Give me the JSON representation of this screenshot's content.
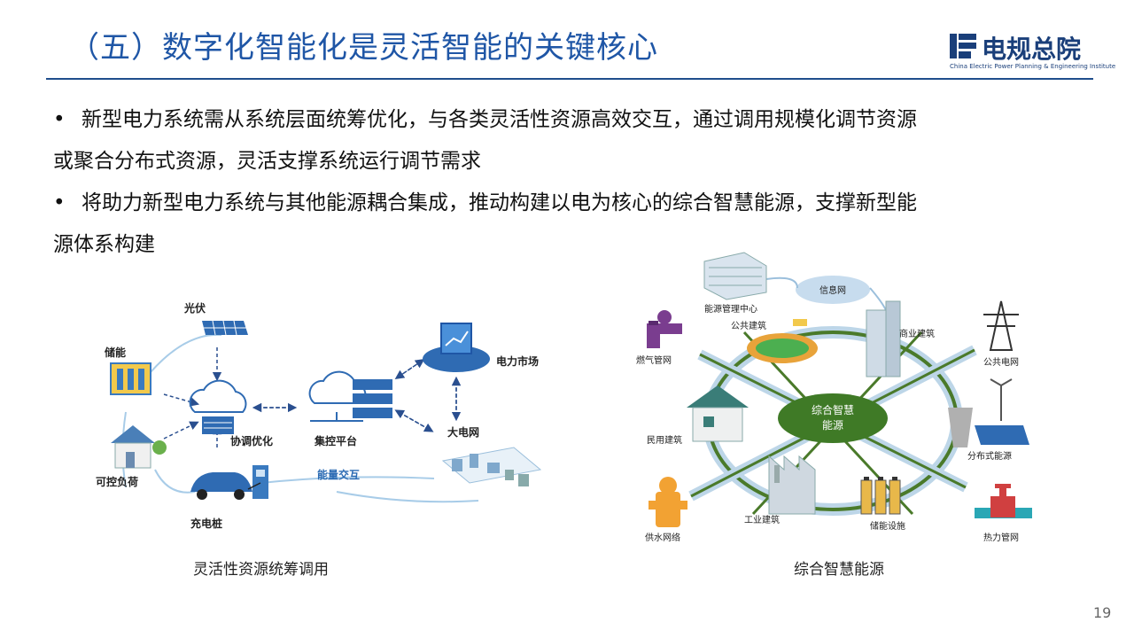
{
  "title": "（五）数字化智能化是灵活智能的关键核心",
  "logo": {
    "cn": "电规总院",
    "en": "China Electric Power Planning & Engineering Institute"
  },
  "bullets": [
    {
      "lines": [
        "新型电力系统需从系统层面统筹优化，与各类灵活性资源高效交互，通过调用规模化调节资源",
        "或聚合分布式资源，灵活支撑系统运行调节需求"
      ]
    },
    {
      "lines": [
        "将助力新型电力系统与其他能源耦合集成，推动构建以电为核心的综合智慧能源，支撑新型能",
        "源体系构建"
      ]
    }
  ],
  "left_diagram": {
    "labels": {
      "pv": "光伏",
      "storage": "储能",
      "coordination": "协调优化",
      "platform": "集控平台",
      "market": "电力市场",
      "grid": "大电网",
      "load": "可控负荷",
      "charger": "充电桩",
      "exchange": "能量交互"
    },
    "caption": "灵活性资源统筹调用"
  },
  "right_diagram": {
    "labels": {
      "center": [
        "综合智慧",
        "能源"
      ],
      "info_net": "信息网",
      "energy_center": "能源管理中心",
      "public_building": "公共建筑",
      "commercial": "商业建筑",
      "gas": "燃气管网",
      "public_grid": "公共电网",
      "residential": "民用建筑",
      "distributed": "分布式能源",
      "industrial": "工业建筑",
      "storage_facility": "储能设施",
      "water": "供水网络",
      "heat": "热力管网"
    },
    "caption": "综合智慧能源"
  },
  "page_number": "19",
  "colors": {
    "title_blue": "#1f56a6",
    "rule": "#1f4e8c",
    "ring_green": "#4a7a2a"
  }
}
